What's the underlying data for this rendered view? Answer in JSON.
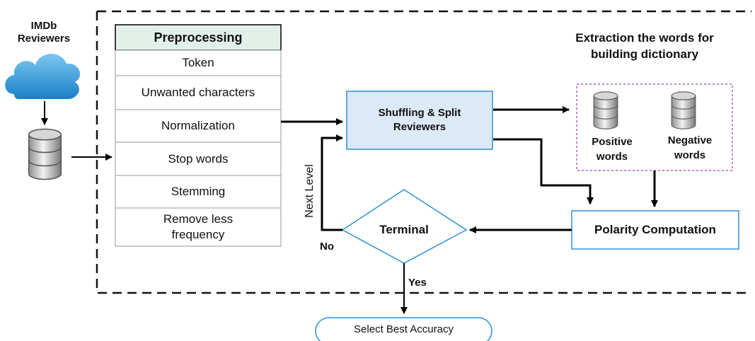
{
  "source": {
    "title": "IMDb Reviewers",
    "cloud_icon": "cloud-icon",
    "db_icon": "database-icon"
  },
  "preprocessing": {
    "header": "Preprocessing",
    "steps": [
      "Token",
      "Unwanted characters",
      "Normalization",
      "Stop words",
      "Stemming",
      "Remove less frequency"
    ]
  },
  "shuffle": {
    "label": "Shuffling & Split Reviewers"
  },
  "dictionary": {
    "title": "Extraction the words for building dictionary",
    "positive": "Positive words",
    "negative": "Negative words"
  },
  "polarity": {
    "label": "Polarity Computation"
  },
  "terminal": {
    "label": "Terminal",
    "no": "No",
    "yes": "Yes",
    "next_level": "Next Level"
  },
  "result": {
    "label": "Select Best Accuracy"
  },
  "colors": {
    "accent": "#2e8fd6",
    "shuffle_fill": "#dce9f7",
    "header_fill": "#e3efe9",
    "dictionary_border": "#b45cc8"
  }
}
